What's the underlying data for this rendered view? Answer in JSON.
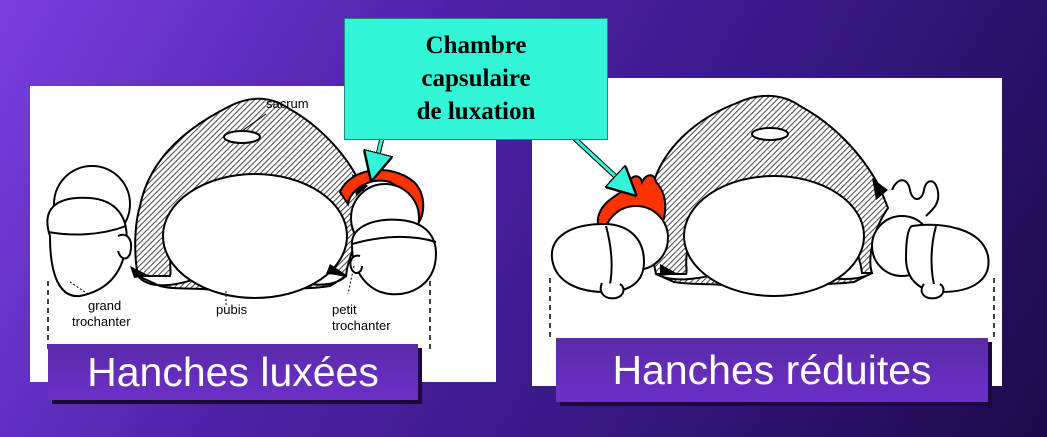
{
  "left_panel": {
    "labels": {
      "sacrum": "sacrum",
      "grand": "grand",
      "trochanter_left": "trochanter",
      "pubis": "pubis",
      "petit": "petit",
      "trochanter_right": "trochanter"
    }
  },
  "callout": {
    "line1": "Chambre",
    "line2": "capsulaire",
    "line3": "de luxation"
  },
  "captions": {
    "left": "Hanches luxées",
    "right": "Hanches réduites"
  },
  "colors": {
    "highlight": "#ff3300",
    "callout_bg": "#33f5d8",
    "bone_hatch": "#555555"
  }
}
